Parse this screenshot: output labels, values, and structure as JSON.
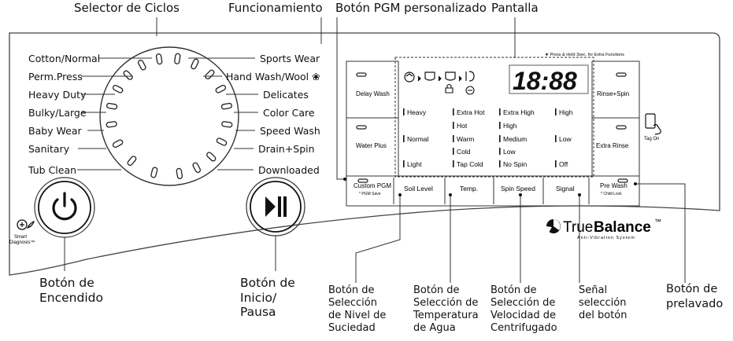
{
  "top_labels": {
    "cycle_selector": "Selector de Ciclos",
    "operation": "Funcionamiento",
    "custom_pgm_button": "Botón PGM personalizado",
    "display": "Pantalla"
  },
  "cycles_left": [
    "Cotton/Normal",
    "Perm.Press",
    "Heavy Duty",
    "Bulky/Large",
    "Baby Wear",
    "Sanitary",
    "Tub Clean"
  ],
  "cycles_right": [
    "Sports Wear",
    "Hand Wash/Wool",
    "Delicates",
    "Color Care",
    "Speed Wash",
    "Drain+Spin",
    "Downloaded"
  ],
  "wool_icon": "wool-icon",
  "smart_diagnosis": {
    "line1": "Smart",
    "line2": "Diagnosis™"
  },
  "panel": {
    "extra_functions_note": "★ Press & Hold 3sec. for Extra Functions",
    "display_digits": "18:88",
    "side_buttons": {
      "delay_wash": "Delay Wash",
      "water_plus": "Water Plus",
      "rinse_spin": "Rinse+Spin",
      "extra_rinse": "Extra Rinse",
      "custom_pgm": "Custom PGM",
      "pgm_save": "* PGM Save",
      "pre_wash": "Pre Wash",
      "child_lock": "* Child Lock"
    },
    "soil_levels": [
      "Heavy",
      "Normal",
      "Light"
    ],
    "temps": [
      "Extra Hot",
      "Hot",
      "Warm",
      "Cold",
      "Tap Cold"
    ],
    "spins": [
      "Extra High",
      "High",
      "Medium",
      "Low",
      "No Spin"
    ],
    "signal_levels": [
      "High",
      "Low",
      "Off"
    ],
    "bottom_buttons": [
      "Soil Level",
      "Temp.",
      "Spin Speed",
      "Signal"
    ],
    "tag_on": "Tag On",
    "brand": {
      "true": "True",
      "balance": "Balance",
      "tm": "™",
      "tagline": "Anti-Vibration System"
    }
  },
  "callouts": {
    "power": [
      "Botón de",
      "Encendido"
    ],
    "start_pause": [
      "Botón de",
      "Inicio/",
      "Pausa"
    ],
    "soil": [
      "Botón de",
      "Selección",
      "de Nivel de",
      "Suciedad"
    ],
    "temp": [
      "Botón de",
      "Selección de",
      "Temperatura",
      "de Agua"
    ],
    "spin": [
      "Botón de",
      "Selección de",
      "Velocidad de",
      "Centrifugado"
    ],
    "signal": [
      "Señal",
      "selección",
      "del botón"
    ],
    "prewash": [
      "Botón de",
      "prelavado"
    ]
  }
}
